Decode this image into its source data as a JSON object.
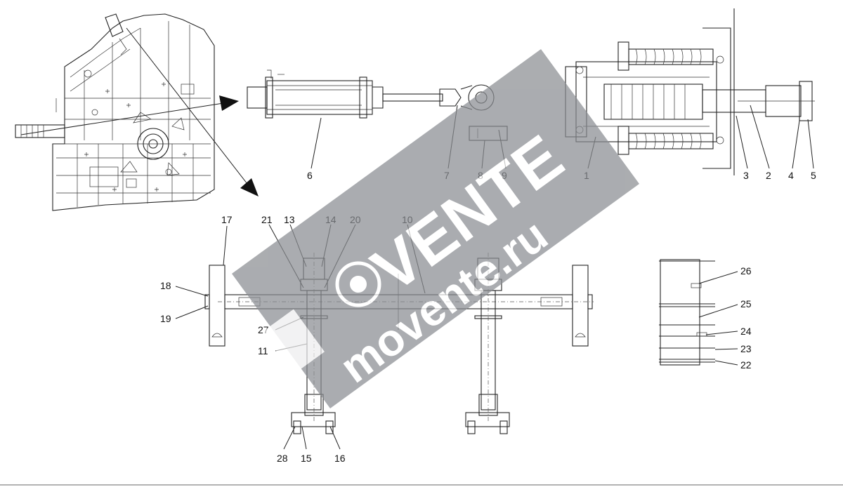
{
  "watermark": {
    "brand": "VENTE",
    "site": "movente.ru"
  },
  "callouts": {
    "c1": "1",
    "c2": "2",
    "c3": "3",
    "c4": "4",
    "c5": "5",
    "c6": "6",
    "c7": "7",
    "c8": "8",
    "c9": "9",
    "c10": "10",
    "c11": "11",
    "c13": "13",
    "c14": "14",
    "c15": "15",
    "c16": "16",
    "c17": "17",
    "c18": "18",
    "c19": "19",
    "c20": "20",
    "c21": "21",
    "c22": "22",
    "c23": "23",
    "c24": "24",
    "c25": "25",
    "c26": "26",
    "c27": "27",
    "c28": "28"
  },
  "colors": {
    "ink": "#222222",
    "watermark_band": "#8a8d92",
    "watermark_text": "#ffffff"
  }
}
